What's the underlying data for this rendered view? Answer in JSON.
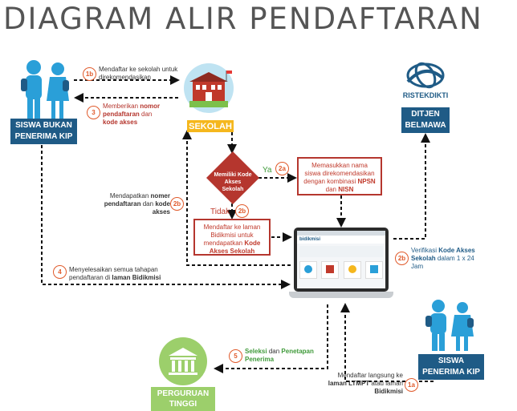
{
  "title": "DIAGRAM ALIR PENDAFTARAN",
  "nodes": {
    "siswa_bukan": "SISWA BUKAN PENERIMA KIP",
    "sekolah": "SEKOLAH",
    "ditjen": "DITJEN BELMAWA",
    "ristekdikti_logo": "RISTEKDIKTI",
    "siswa_penerima": "SISWA PENERIMA KIP",
    "perguruan": "PERGURUAN TINGGI",
    "decision": "Memiliki Kode Akses Sekolah",
    "box_npsn": {
      "pre": "Memasukkan nama siswa direkomendasikan dengan kombinasi",
      "b1": "NPSN",
      "mid": "dan",
      "b2": "NISN"
    },
    "box_bidikmisi": {
      "pre": "Mendaftar ke laman Bidikmisi untuk mendapatkan",
      "b1": "Kode Akses Sekolah"
    }
  },
  "labels": {
    "ya": "Ya",
    "tidak": "Tidak"
  },
  "steps": {
    "s1b": {
      "num": "1b",
      "text": "Mendaftar ke sekolah untuk direkomendasikan"
    },
    "s3": {
      "num": "3",
      "pre": "Memberikan",
      "b1": "nomor pendaftaran",
      "mid": "dan",
      "b2": "kode akses"
    },
    "s2a": {
      "num": "2a"
    },
    "s2b_left": {
      "num": "2b",
      "pre": "Mendapatkan",
      "b1": "nomer pendaftaran",
      "mid": "dan",
      "b2": "kode akses"
    },
    "s2b_mid": {
      "num": "2b"
    },
    "s2b_right": {
      "num": "2b",
      "pre": "Verifikasi",
      "b1": "Kode Akses Sekolah",
      "post": "dalam 1 x 24 Jam"
    },
    "s4": {
      "num": "4",
      "pre": "Menyelesaikan semua tahapan pendaftaran di",
      "b1": "laman Bidikmisi"
    },
    "s5": {
      "num": "5",
      "b1": "Seleksi",
      "mid": "dan",
      "b2": "Penetapan Penerima"
    },
    "s1a": {
      "num": "1a",
      "pre": "Mendaftar langsung ke",
      "b1": "laman LTMPT",
      "mid": "atau laman",
      "b2": "Bidikmisi"
    }
  },
  "laptop": {
    "site_logo": "bidikmisi"
  },
  "colors": {
    "blue": "#1f5b86",
    "yellow": "#f5b71d",
    "red": "#b5362e",
    "green": "#9ccf6b",
    "orange": "#e05a2b"
  }
}
